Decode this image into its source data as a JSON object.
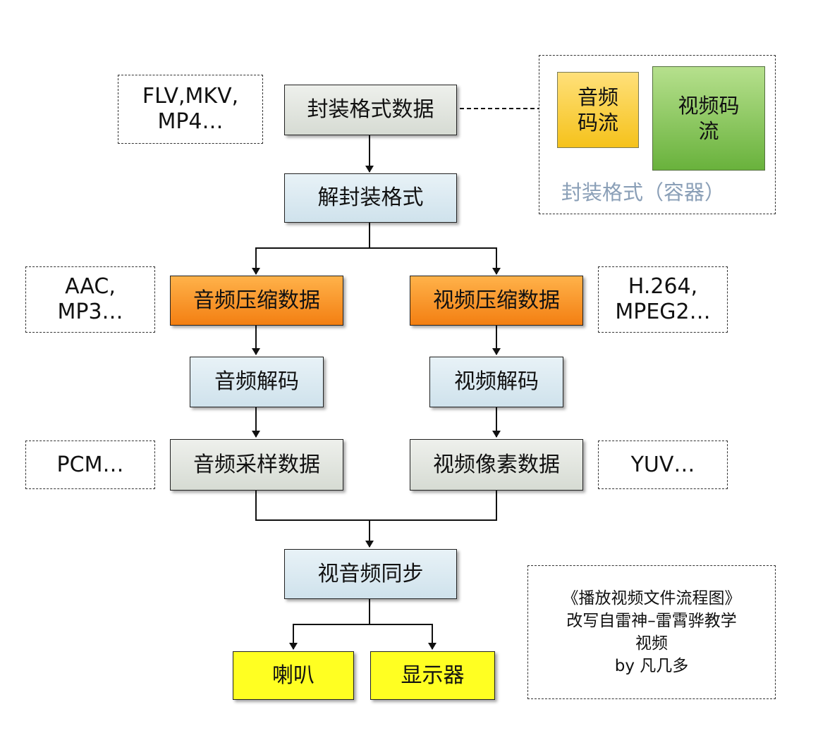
{
  "nodes": {
    "container_data": "封装格式数据",
    "demux": "解封装格式",
    "audio_compressed": "音频压缩数据",
    "video_compressed": "视频压缩数据",
    "audio_decode": "音频解码",
    "video_decode": "视频解码",
    "audio_samples": "音频采样数据",
    "video_pixels": "视频像素数据",
    "av_sync": "视音频同步",
    "speaker": "喇叭",
    "display": "显示器"
  },
  "notes": {
    "container_formats": "FLV,MKV,\nMP4…",
    "audio_codecs": "AAC,\nMP3…",
    "video_codecs": "H.264,\nMPEG2…",
    "audio_raw": "PCM…",
    "video_raw": "YUV…"
  },
  "container_panel": {
    "audio_stream": "音频\n码流",
    "video_stream": "视频码\n流",
    "label": "封装格式（容器）"
  },
  "credit": {
    "line1": "《播放视频文件流程图》",
    "line2": "改写自雷神–雷霄骅教学",
    "line3": "视频",
    "line4": "by 凡几多"
  },
  "colors": {
    "gray_box": "#d6dbd3",
    "blue_box": "#cfe2ec",
    "orange_box": "#f37f12",
    "yellow_box": "#ffff22",
    "audio_stream_box": "#f5c21b",
    "video_stream_box": "#69b23c",
    "container_label": "#8a9fb7"
  }
}
